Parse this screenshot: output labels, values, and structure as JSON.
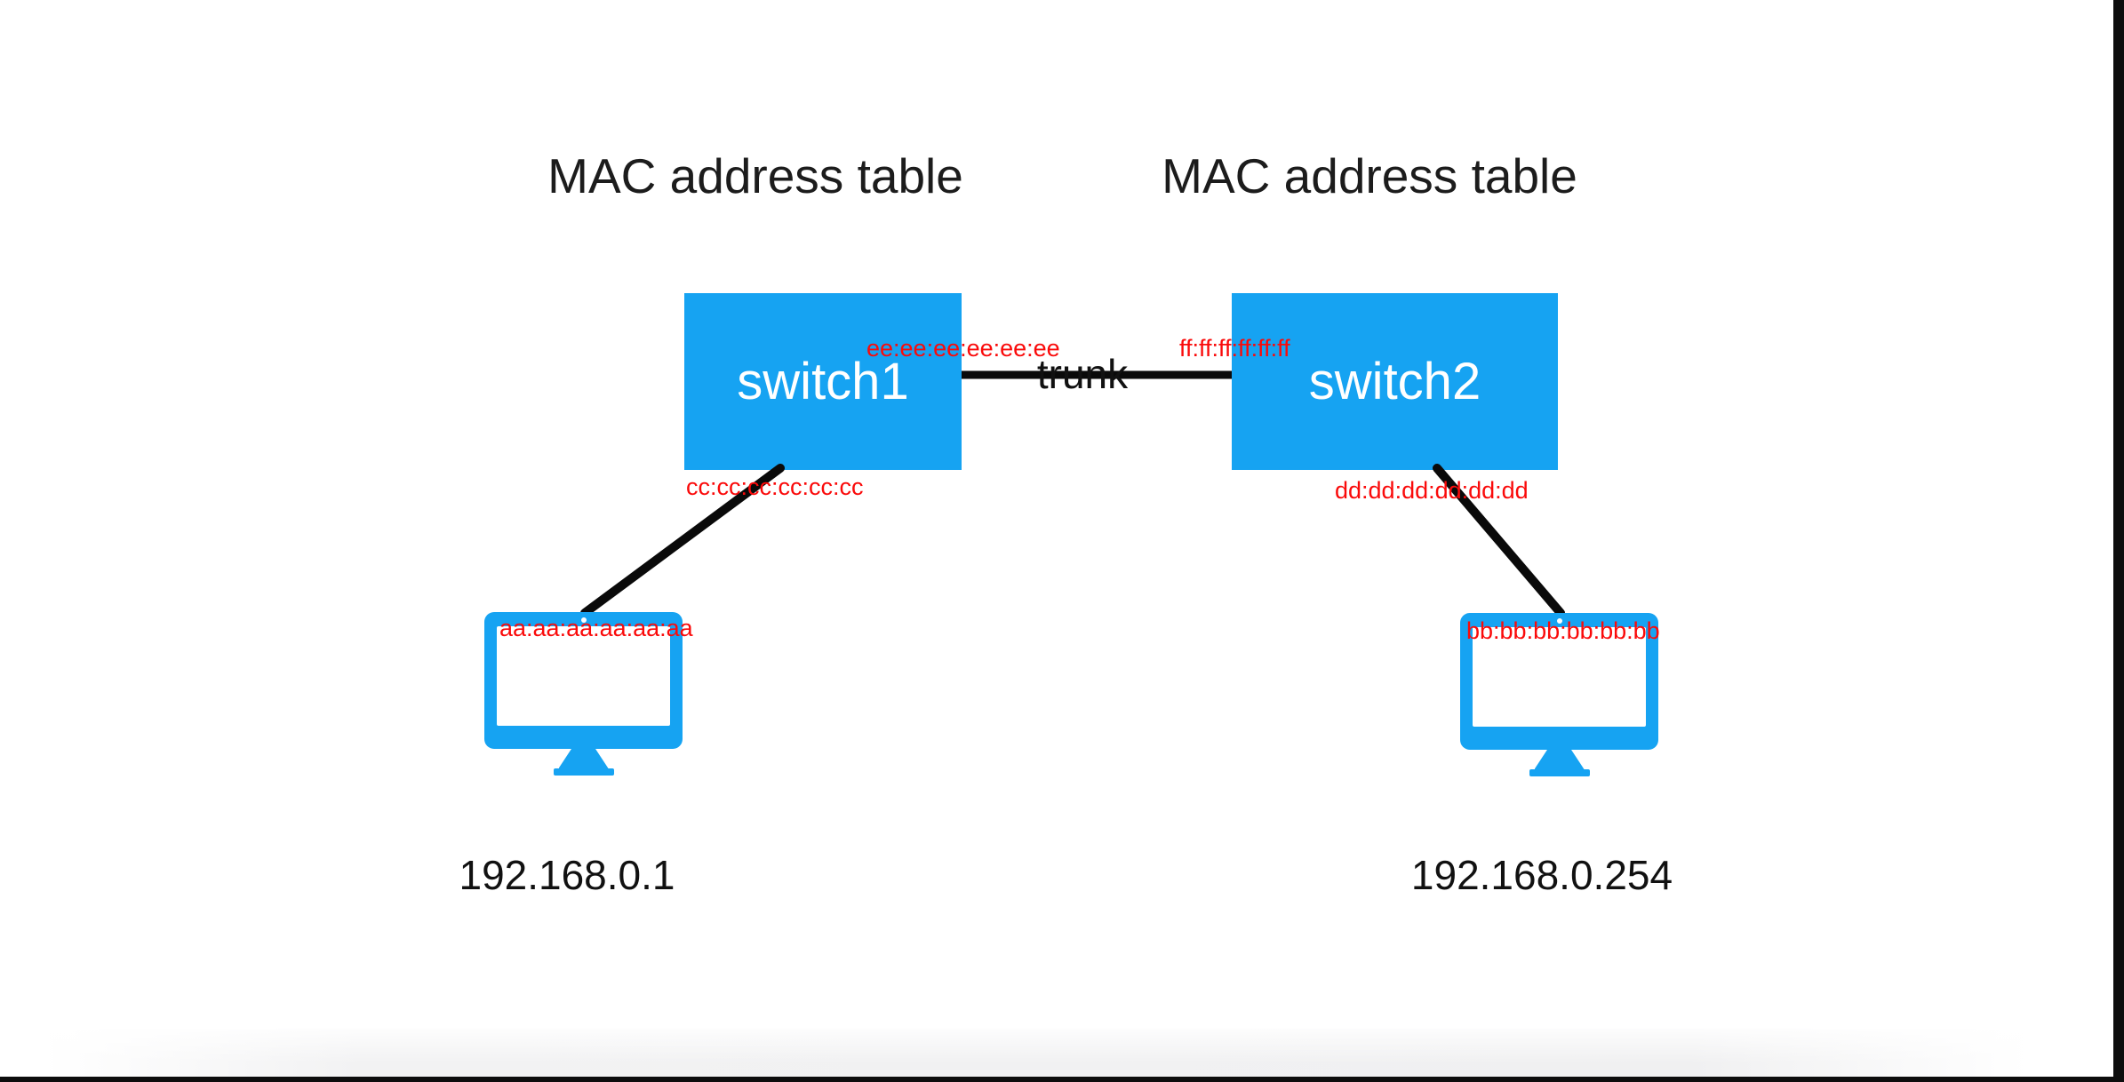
{
  "colors": {
    "node_blue": "#16a3f2",
    "mac_red": "#fa0a0a",
    "text_black": "#111111",
    "frame_black": "#0d0d0d",
    "background": "#ffffff"
  },
  "titles": {
    "left": "MAC address table",
    "right": "MAC address table"
  },
  "switches": [
    {
      "name": "switch1"
    },
    {
      "name": "switch2"
    }
  ],
  "link": {
    "label": "trunk"
  },
  "mac_labels": {
    "switch1_trunk_port": "ee:ee:ee:ee:ee:ee",
    "switch2_trunk_port": "ff:ff:ff:ff:ff:ff",
    "switch1_access_port": "cc:cc:cc:cc:cc:cc",
    "switch2_access_port": "dd:dd:dd:dd:dd:dd",
    "host_left": "aa:aa:aa:aa:aa:aa",
    "host_right": "bb:bb:bb:bb:bb:bb"
  },
  "hosts": [
    {
      "ip": "192.168.0.1"
    },
    {
      "ip": "192.168.0.254"
    }
  ]
}
